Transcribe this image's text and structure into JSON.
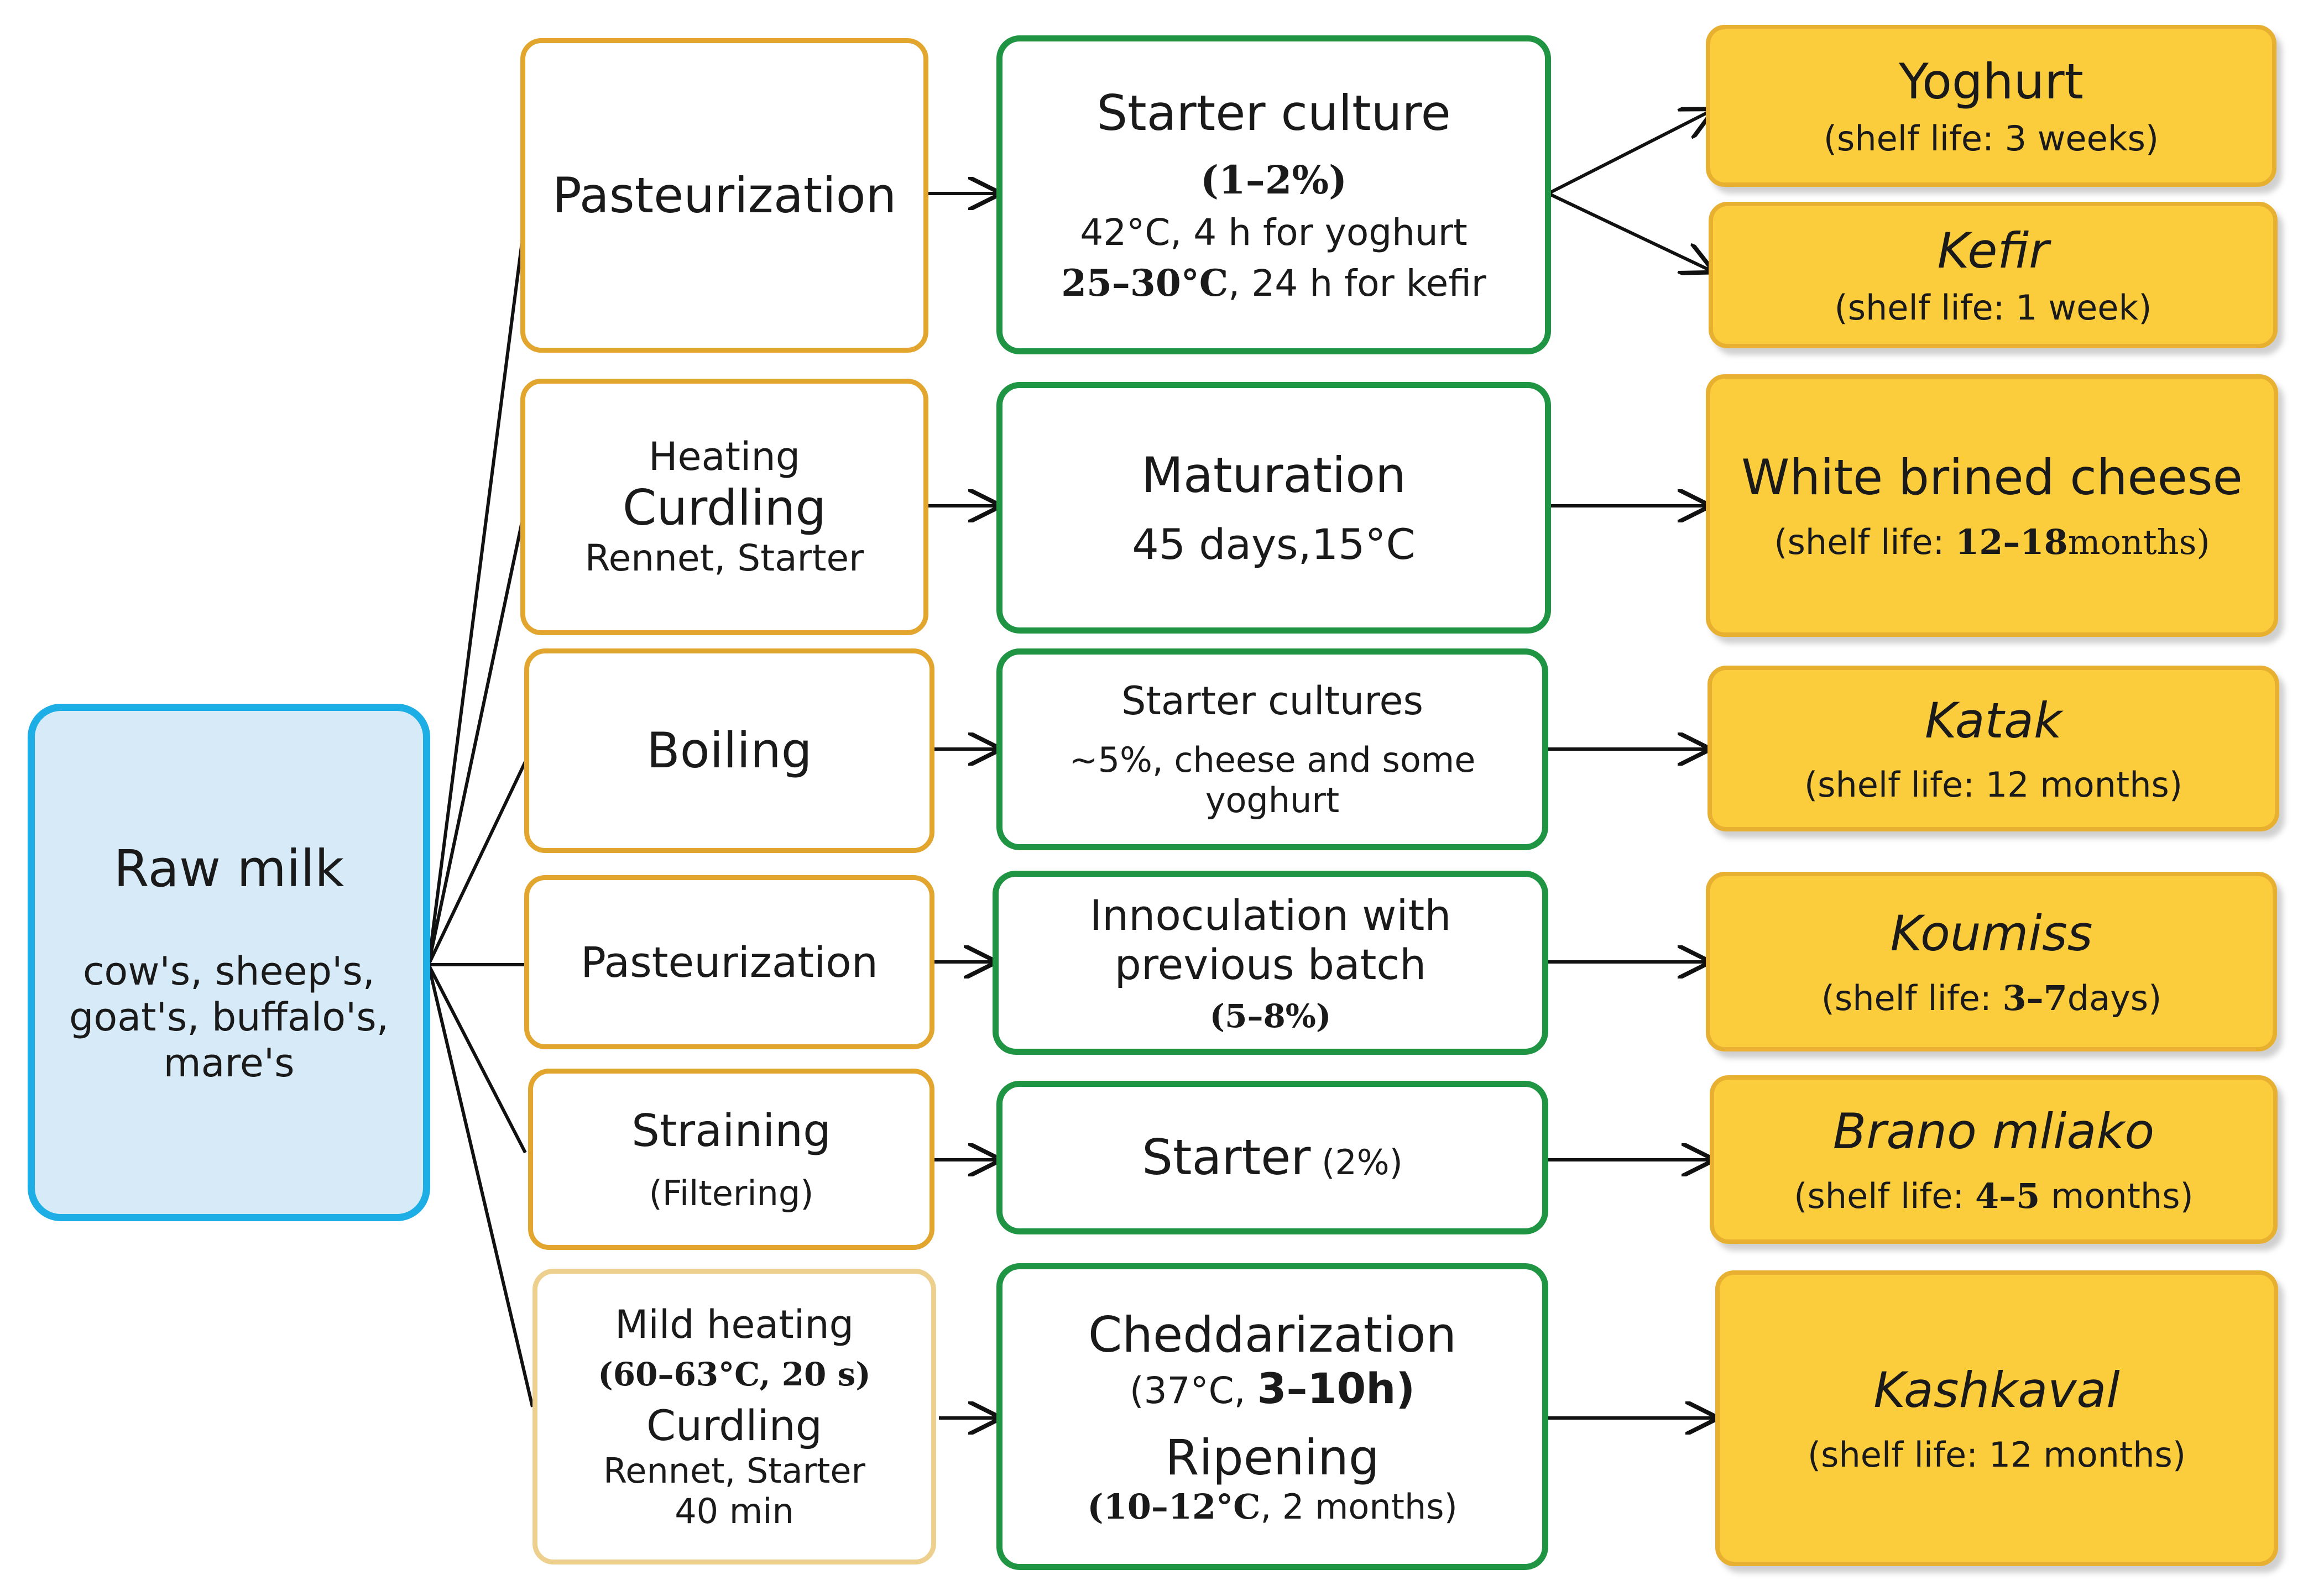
{
  "raw": {
    "title": "Raw milk",
    "subtitle_lines": [
      "cow's, sheep's,",
      "goat's, buffalo's,",
      "mare's"
    ]
  },
  "rows": [
    {
      "process": [
        "Pasteurization"
      ],
      "stage": {
        "title": "Starter culture",
        "line1": "(1–2%)",
        "line2": "42°C, 4 h for yoghurt",
        "line3_a": "25–30°C",
        "line3_b": ", 24 h for kefir"
      },
      "products": [
        {
          "name": "Yoghurt",
          "shelf": "(shelf life: 3 weeks)"
        },
        {
          "name": "Kefir",
          "shelf": "(shelf life: 1 week)"
        }
      ]
    },
    {
      "process": [
        "Heating",
        "Curdling",
        "Rennet, Starter"
      ],
      "stage": {
        "title": "Maturation",
        "line1": "45 days,15°C"
      },
      "products": [
        {
          "name": "White brined cheese",
          "shelf_a": "(shelf life: ",
          "shelf_b": "12–18",
          "shelf_c": "months)"
        }
      ]
    },
    {
      "process": [
        "Boiling"
      ],
      "stage": {
        "title": "Starter cultures",
        "line1": "~5%, cheese and some",
        "line2": "yoghurt"
      },
      "products": [
        {
          "name": "Katak",
          "shelf": "(shelf life: 12 months)"
        }
      ]
    },
    {
      "process": [
        "Pasteurization"
      ],
      "stage": {
        "title_1": "Innoculation with",
        "title_2": "previous batch",
        "line1": "(5–8%)"
      },
      "products": [
        {
          "name": "Koumiss",
          "shelf_a": "(shelf life: ",
          "shelf_b": "3–7",
          "shelf_c": "days)"
        }
      ]
    },
    {
      "process": [
        "Straining",
        "(Filtering)"
      ],
      "stage": {
        "title": "Starter",
        "title_small": " (2%)"
      },
      "products": [
        {
          "name": "Brano mliako",
          "shelf_a": "(shelf life: ",
          "shelf_b": "4–5",
          "shelf_c": " months)"
        }
      ]
    },
    {
      "process": [
        "Mild heating",
        "(60–63°C, 20 s)",
        "Curdling",
        "Rennet, Starter",
        "40 min"
      ],
      "stage": {
        "title": "Cheddarization",
        "line1_a": "(37°C, ",
        "line1_b": "3–10h)",
        "title2": "Ripening",
        "line2_a": "(10–12°C",
        "line2_b": ", 2 months)"
      },
      "products": [
        {
          "name": "Kashkaval",
          "shelf": "(shelf life: 12 months)"
        }
      ]
    }
  ],
  "colors": {
    "raw_fill": "#d6ebf7",
    "raw_border": "#1eaee6",
    "process_border": "#e2a62f",
    "stage_border": "#1f9544",
    "product_fill": "#fbcd3c",
    "connector": "#111111"
  }
}
